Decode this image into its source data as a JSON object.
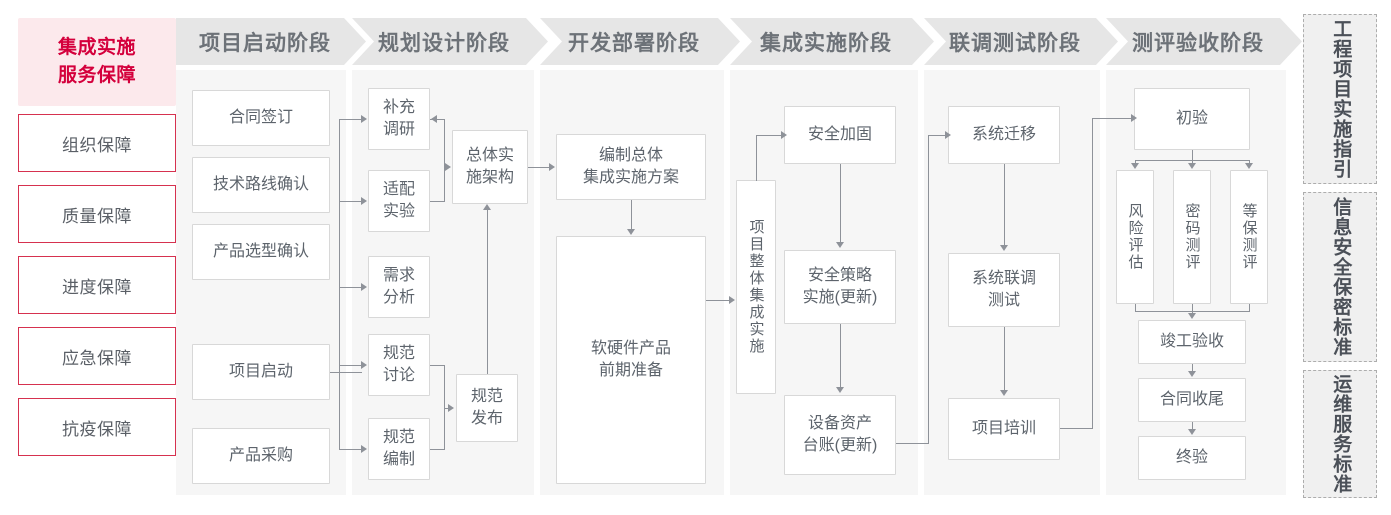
{
  "left_rail": {
    "title": "集成实施\n服务保障",
    "title_lines": [
      "集成实施",
      "服务保障"
    ],
    "items": [
      {
        "label": "组织保障"
      },
      {
        "label": "质量保障"
      },
      {
        "label": "进度保障"
      },
      {
        "label": "应急保障"
      },
      {
        "label": "抗疫保障"
      }
    ]
  },
  "phases": [
    {
      "id": "startup",
      "header": "项目启动阶段",
      "nodes": [
        {
          "id": "contract-signing",
          "label": "合同签订"
        },
        {
          "id": "tech-route-confirm",
          "label": "技术路线确认"
        },
        {
          "id": "product-selection-confirm",
          "label": "产品选型确认"
        },
        {
          "id": "project-kickoff",
          "label": "项目启动"
        },
        {
          "id": "product-procurement",
          "label": "产品采购"
        }
      ]
    },
    {
      "id": "planning",
      "header": "规划设计阶段",
      "nodes": [
        {
          "id": "supplementary-research",
          "label": "补充\n调研",
          "lines": [
            "补充",
            "调研"
          ]
        },
        {
          "id": "adaptation-experiment",
          "label": "适配\n实验",
          "lines": [
            "适配",
            "实验"
          ]
        },
        {
          "id": "requirement-analysis",
          "label": "需求\n分析",
          "lines": [
            "需求",
            "分析"
          ]
        },
        {
          "id": "spec-discussion",
          "label": "规范\n讨论",
          "lines": [
            "规范",
            "讨论"
          ]
        },
        {
          "id": "spec-drafting",
          "label": "规范\n编制",
          "lines": [
            "规范",
            "编制"
          ]
        },
        {
          "id": "overall-impl-architecture",
          "label": "总体实\n施架构",
          "lines": [
            "总体实",
            "施架构"
          ]
        },
        {
          "id": "spec-release",
          "label": "规范\n发布",
          "lines": [
            "规范",
            "发布"
          ]
        }
      ]
    },
    {
      "id": "develop",
      "header": "开发部署阶段",
      "nodes": [
        {
          "id": "overall-integration-plan",
          "label": "编制总体\n集成实施方案",
          "lines": [
            "编制总体",
            "集成实施方案"
          ]
        },
        {
          "id": "hw-sw-preparation",
          "label": "软硬件产品\n前期准备",
          "lines": [
            "软硬件产品",
            "前期准备"
          ]
        }
      ]
    },
    {
      "id": "integration",
      "header": "集成实施阶段",
      "nodes": [
        {
          "id": "overall-project-integration",
          "label": "项目整体集成实施"
        },
        {
          "id": "security-hardening",
          "label": "安全加固"
        },
        {
          "id": "security-policy-impl",
          "label": "安全策略\n实施(更新)",
          "lines": [
            "安全策略",
            "实施(更新)"
          ]
        },
        {
          "id": "asset-ledger",
          "label": "设备资产\n台账(更新)",
          "lines": [
            "设备资产",
            "台账(更新)"
          ]
        }
      ]
    },
    {
      "id": "joint-test",
      "header": "联调测试阶段",
      "nodes": [
        {
          "id": "system-migration",
          "label": "系统迁移"
        },
        {
          "id": "system-joint-test",
          "label": "系统联调\n测试",
          "lines": [
            "系统联调",
            "测试"
          ]
        },
        {
          "id": "project-training",
          "label": "项目培训"
        }
      ]
    },
    {
      "id": "acceptance",
      "header": "测评验收阶段",
      "nodes": [
        {
          "id": "preliminary-acceptance",
          "label": "初验"
        },
        {
          "id": "risk-assessment",
          "label": "风险评估"
        },
        {
          "id": "crypto-evaluation",
          "label": "密码测评"
        },
        {
          "id": "mlps-evaluation",
          "label": "等保测评"
        },
        {
          "id": "completion-acceptance",
          "label": "竣工验收"
        },
        {
          "id": "contract-closeout",
          "label": "合同收尾"
        },
        {
          "id": "final-acceptance",
          "label": "终验"
        }
      ]
    }
  ],
  "standards_rail": [
    {
      "id": "engineering-guide",
      "label": "工程项目实施指引"
    },
    {
      "id": "infosec-standard",
      "label": "信息安全保密标准"
    },
    {
      "id": "ops-service-standard",
      "label": "运维服务标准"
    }
  ],
  "colors": {
    "accent_red": "#d4003c",
    "outline_red": "#d6314f",
    "accent_pink_bg": "#fce9ec",
    "header_bg": "#e6e6e6",
    "header_text": "#6d7278",
    "column_bg": "#f6f6f6",
    "node_border": "#d8d8d8",
    "node_text": "#5d646c",
    "connector": "#8e9299",
    "dashed_border": "#adadad",
    "std_bg": "#f0f0f0"
  }
}
